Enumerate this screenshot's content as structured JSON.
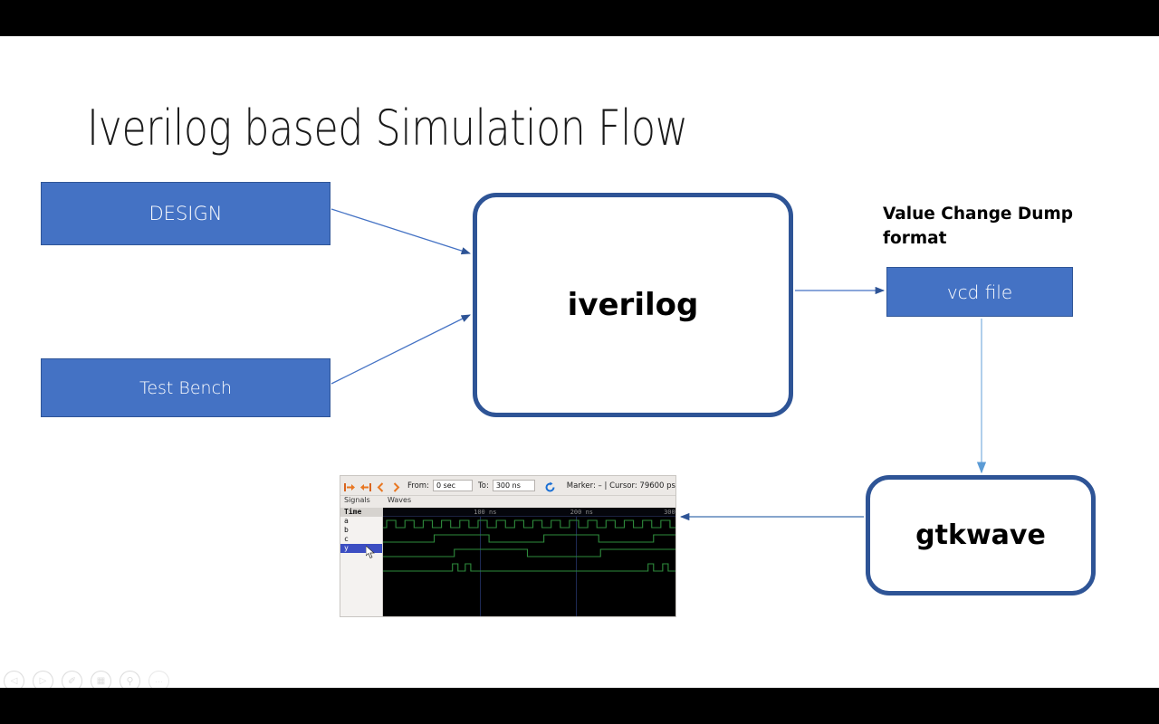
{
  "slide": {
    "title": "Iverilog based Simulation Flow",
    "boxes": {
      "design": "DESIGN",
      "test_bench": "Test Bench",
      "iverilog": "iverilog",
      "vcd_file": "vcd file",
      "gtkwave": "gtkwave"
    },
    "captions": {
      "vcd_format": "Value Change Dump format"
    },
    "colors": {
      "box_fill": "#4472C4",
      "box_border": "#2F5597",
      "round_border": "#2E5496",
      "arrow": "#2E5496",
      "arrow_light": "#9DC3E6",
      "slide_bg": "#FFFFFF",
      "letterbox": "#000000",
      "title_text": "#1A1A1A",
      "wave_green": "#2E8B3C"
    }
  },
  "gtkwave": {
    "toolbar": {
      "icons": [
        "zoom-fit-start-icon",
        "zoom-fit-end-icon",
        "prev-edge-icon",
        "next-edge-icon",
        "reload-icon"
      ],
      "from_label": "From:",
      "from_value": "0 sec",
      "to_label": "To:",
      "to_value": "300 ns",
      "status": "Marker: – | Cursor: 79600 ps"
    },
    "headers": {
      "signals": "Signals",
      "waves": "Waves"
    },
    "signals": [
      {
        "name": "Time",
        "state": "selected-gray"
      },
      {
        "name": "a",
        "state": "normal"
      },
      {
        "name": "b",
        "state": "normal"
      },
      {
        "name": "c",
        "state": "normal"
      },
      {
        "name": "y",
        "state": "selected-blue"
      }
    ],
    "ruler_ticks": [
      {
        "label": "100 ns",
        "pct": 33
      },
      {
        "label": "200 ns",
        "pct": 66
      },
      {
        "label": "300",
        "pct": 98
      }
    ]
  },
  "player_controls": [
    {
      "name": "previous-slide-button",
      "glyph": "◁"
    },
    {
      "name": "next-slide-button",
      "glyph": "▷"
    },
    {
      "name": "pen-tool-button",
      "glyph": "✐"
    },
    {
      "name": "slide-grid-button",
      "glyph": "▦"
    },
    {
      "name": "zoom-button",
      "glyph": "⚲"
    },
    {
      "name": "more-options-button",
      "glyph": "···"
    }
  ]
}
